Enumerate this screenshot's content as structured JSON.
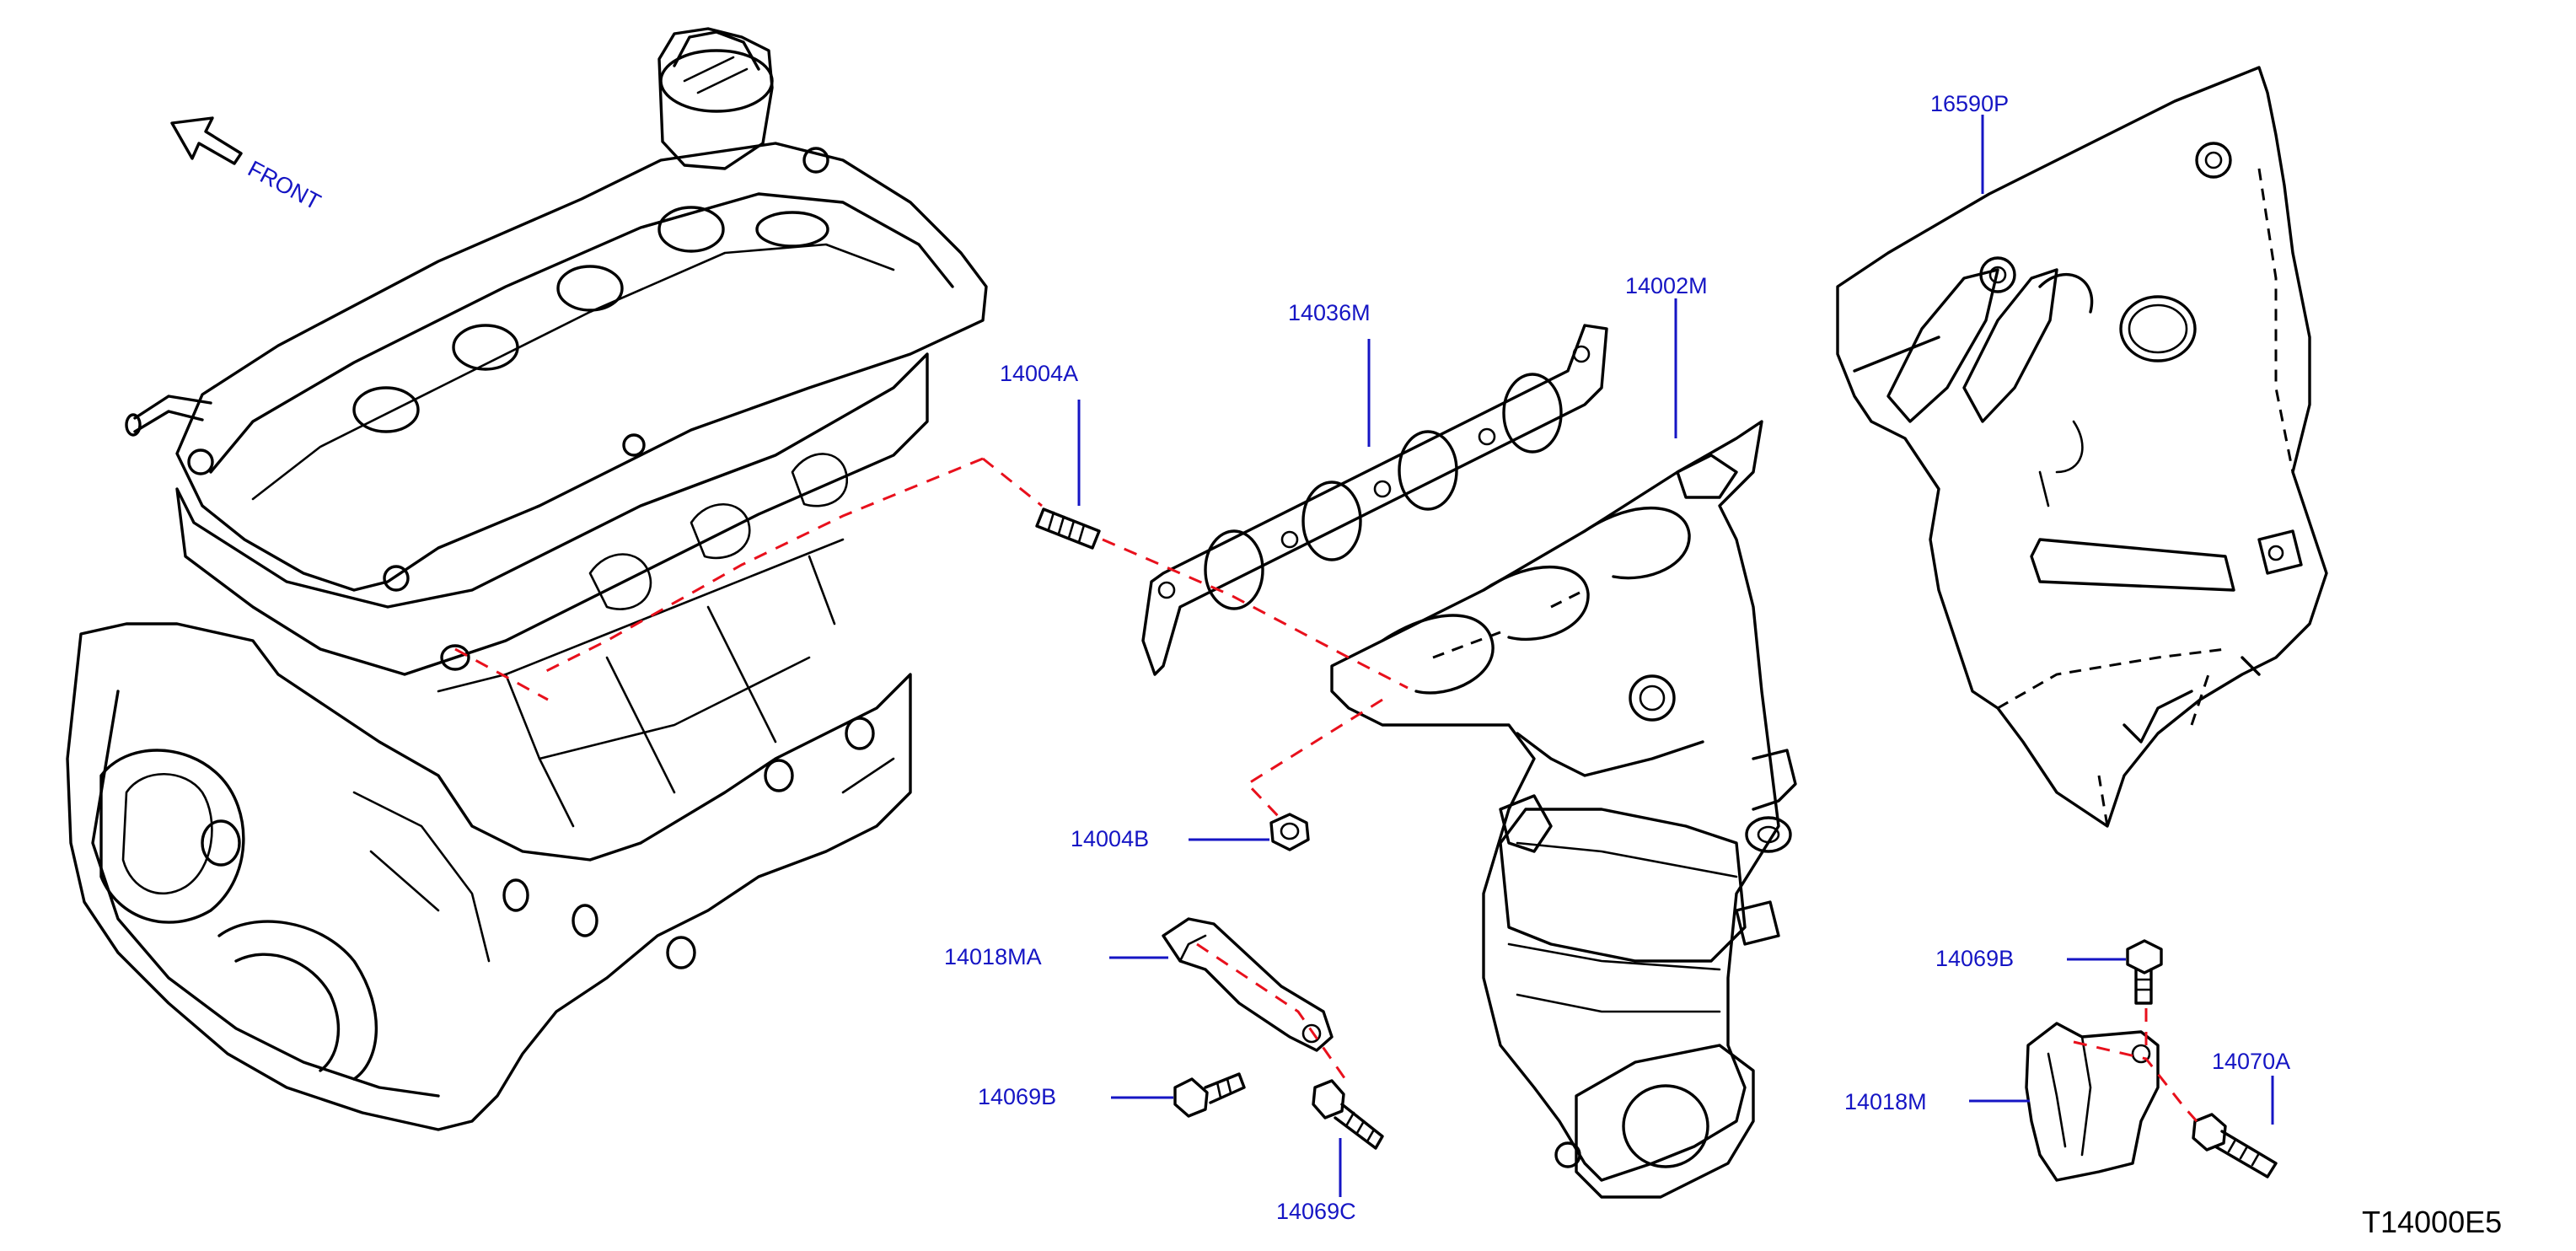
{
  "diagram": {
    "colors": {
      "label": "#1515c4",
      "leader": "#1515c4",
      "outline": "#000000",
      "guide": "#e8101c",
      "code": "#000000"
    },
    "direction_label": "FRONT",
    "diagram_code": "T14000E5",
    "callouts": {
      "heat_insulator": "16590P",
      "gasket": "14036M",
      "manifold": "14002M",
      "stud": "14004A",
      "nut": "14004B",
      "bracket_left": "14018MA",
      "bolt_left": "14069B",
      "stud_bolt_left": "14069C",
      "bolt_right": "14069B",
      "bracket_right": "14018M",
      "stud_bolt_right": "14070A"
    }
  }
}
